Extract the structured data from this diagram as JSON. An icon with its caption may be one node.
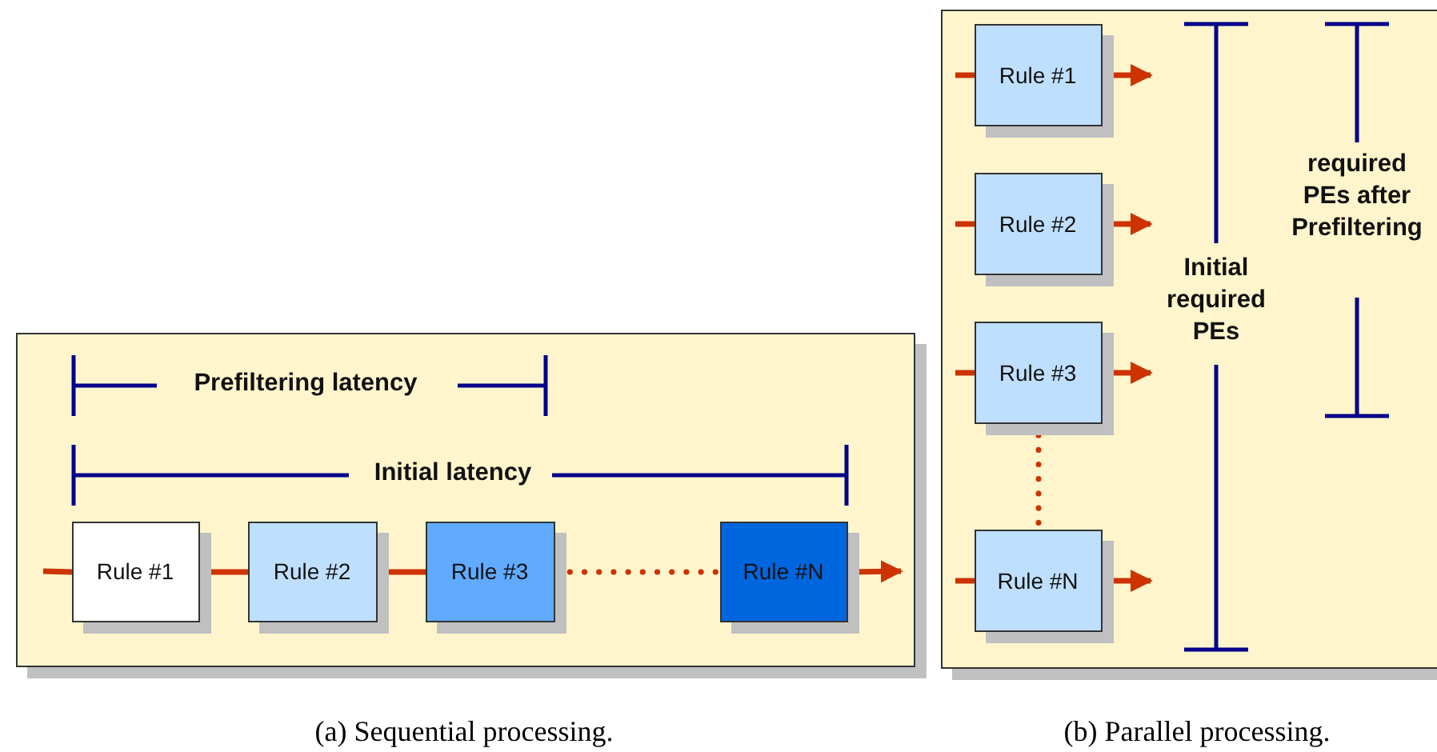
{
  "diagram": {
    "nodes": [
      {
        "text": [],
        "shape": "box",
        "beside": [
          "(a)  Sequential processing."
        ]
      },
      {
        "text": [
          "Rule #1"
        ],
        "in": 0
      },
      {
        "text": [
          "Rule #2"
        ],
        "in": 0
      },
      {
        "text": [
          "Rule #3"
        ],
        "in": 0
      },
      {
        "text": [
          "Rule #N"
        ],
        "in": 0
      },
      {
        "text": [],
        "shape": "box",
        "beside": [
          "(b)  Parallel processing."
        ]
      },
      {
        "text": [
          "Rule #1"
        ],
        "in": 5
      },
      {
        "text": [
          "Rule #2"
        ],
        "in": 5
      },
      {
        "text": [
          "Rule #3"
        ],
        "in": 5
      },
      {
        "text": [
          "Rule #N"
        ],
        "in": 5
      }
    ],
    "edges": [
      {
        "from": null,
        "to": 1,
        "arrow": "none"
      },
      {
        "from": 1,
        "to": 2,
        "arrow": "none"
      },
      {
        "from": 2,
        "to": 3,
        "arrow": "none"
      },
      {
        "from": 3,
        "to": 4,
        "arrow": "none",
        "style": "dashed"
      },
      {
        "from": 4,
        "to": null,
        "arrow": "to"
      },
      {
        "from": null,
        "to": 6,
        "arrow": "none"
      },
      {
        "from": 6,
        "to": null,
        "arrow": "to"
      },
      {
        "from": null,
        "to": 7,
        "arrow": "none"
      },
      {
        "from": 7,
        "to": null,
        "arrow": "to"
      },
      {
        "from": null,
        "to": 8,
        "arrow": "none"
      },
      {
        "from": 8,
        "to": null,
        "arrow": "to"
      },
      {
        "from": 8,
        "to": 9,
        "arrow": "none",
        "style": "dashed"
      },
      {
        "from": null,
        "to": 9,
        "arrow": "none"
      },
      {
        "from": 9,
        "to": null,
        "arrow": "to"
      }
    ],
    "labels": [
      "Prefiltering latency",
      "Initial latency",
      "required PEs after Prefiltering",
      "Initial required PEs"
    ]
  }
}
